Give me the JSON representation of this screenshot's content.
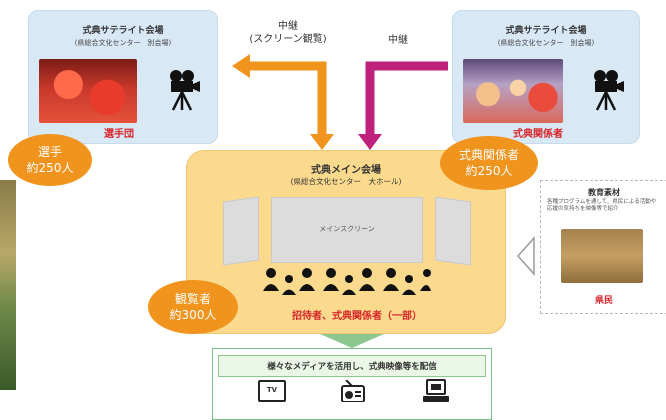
{
  "relay_left": {
    "line1": "中継",
    "line2": "(スクリーン観覧)"
  },
  "relay_right": {
    "label": "中継"
  },
  "satellite_left": {
    "title": "式典サテライト会場",
    "subtitle": "(県総合文化センター　別会場)",
    "caption": "選手団",
    "photo_icon": "athletes-photo",
    "camera_icon": "video-camera-icon"
  },
  "satellite_right": {
    "title": "式典サテライト会場",
    "subtitle": "(県総合文化センター　別会場)",
    "caption": "式典関係者",
    "photo_icon": "performers-photo",
    "camera_icon": "video-camera-icon"
  },
  "main_venue": {
    "title": "式典メイン会場",
    "subtitle": "(県総合文化センター　大ホール)",
    "screen_label": "メインスクリーン",
    "guests_caption": "招待者、式典関係者（一部）"
  },
  "badges": {
    "athletes": {
      "line1": "選手",
      "line2": "約250人"
    },
    "officials": {
      "line1": "式典関係者",
      "line2": "約250人"
    },
    "audience": {
      "line1": "観覧者",
      "line2": "約300人"
    }
  },
  "education": {
    "title": "教育素材",
    "description": "各種プログラムを通して、県民による活動や応援の気持ちを映像等で紹介",
    "caption": "県民"
  },
  "media": {
    "banner": "様々なメディアを活用し、式典映像等を配信",
    "devices": [
      "TV",
      "radio-icon",
      "laptop-icon"
    ],
    "tv_label": "TV"
  },
  "colors": {
    "orange": "#f0941e",
    "magenta": "#c0217d",
    "main_box": "#fbd98d",
    "satellite_box": "#d9e8f5",
    "accent_red": "#d8262a",
    "green": "#7cc088"
  }
}
